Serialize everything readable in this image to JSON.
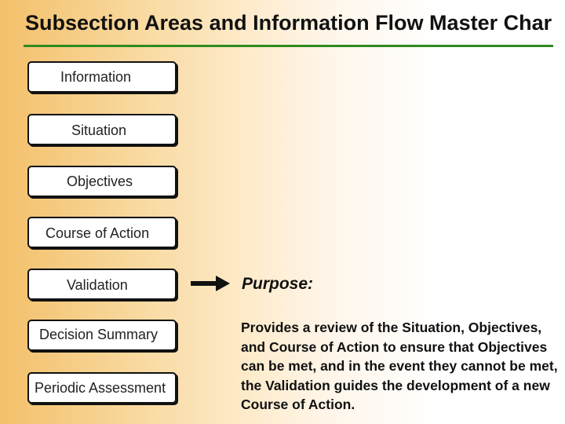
{
  "title": "Subsection Areas and Information Flow Master Char",
  "accent_color": "#2e8b1e",
  "boxes": [
    {
      "label": "Information"
    },
    {
      "label": "Situation"
    },
    {
      "label": "Objectives"
    },
    {
      "label": "Course of Action"
    },
    {
      "label": "Validation"
    },
    {
      "label": "Decision Summary"
    },
    {
      "label": "Periodic Assessment"
    }
  ],
  "arrow_icon": "right-arrow-icon",
  "purpose": {
    "heading": "Purpose:",
    "text": "Provides a review of the Situation, Objectives, and Course of Action to ensure that Objectives can be met, and in the event they cannot be met, the Validation guides the development of a new Course of Action."
  }
}
